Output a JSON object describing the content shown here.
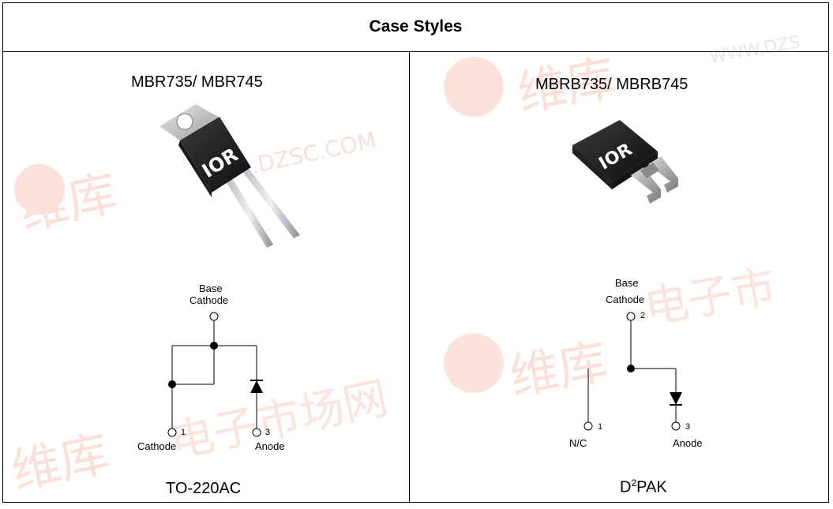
{
  "header": {
    "title": "Case Styles"
  },
  "left": {
    "part_number": "MBR735/ MBR745",
    "logo_text": "IOR",
    "base_label_line1": "Base",
    "base_label_line2": "Cathode",
    "pin1_number": "1",
    "pin1_label": "Cathode",
    "pin3_number": "3",
    "pin3_label": "Anode",
    "package": "TO-220AC"
  },
  "right": {
    "part_number": "MBRB735/ MBRB745",
    "logo_text": "IOR",
    "base_label_line1": "Base",
    "base_label_line2": "Cathode",
    "pin2_number": "2",
    "pin1_number": "1",
    "pin1_label": "N/C",
    "pin3_number": "3",
    "pin3_label": "Anode",
    "package_prefix": "D",
    "package_sup": "2",
    "package_suffix": "PAK"
  },
  "watermark": {
    "text_cn": "维库电子市场网",
    "text_url": "WWW.DZSC.COM",
    "color": "#f3c9c0"
  }
}
